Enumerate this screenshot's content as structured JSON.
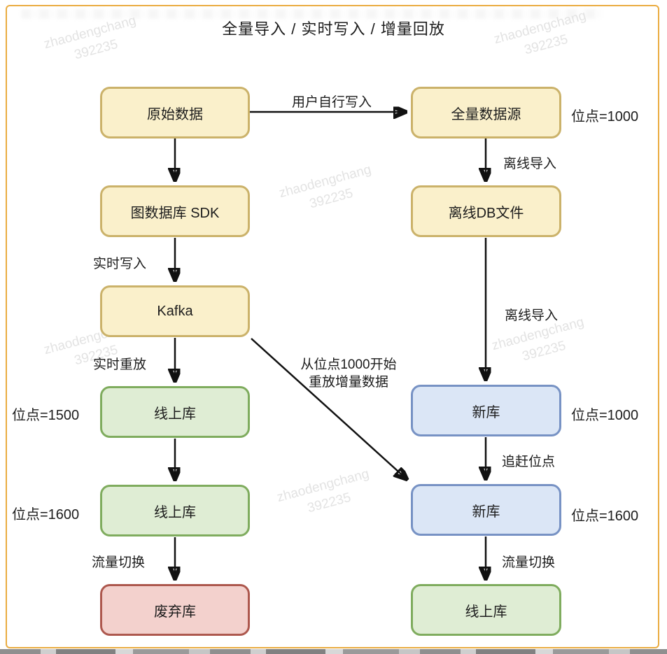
{
  "title": "全量导入 / 实时写入 / 增量回放",
  "watermark": {
    "line1": "zhaodengchang",
    "line2": "392235"
  },
  "colors": {
    "frame_border": "#EAAC41",
    "yellow_fill": "#FAF0CB",
    "yellow_border": "#CBB26A",
    "green_fill": "#DFEDD4",
    "green_border": "#7FAC5E",
    "blue_fill": "#DBE6F6",
    "blue_border": "#7792C4",
    "red_fill": "#F3D1CD",
    "red_border": "#AD584E"
  },
  "nodes": {
    "raw_data": {
      "label": "原始数据"
    },
    "graph_sdk": {
      "label": "图数据库 SDK"
    },
    "kafka": {
      "label": "Kafka"
    },
    "online_db_1500": {
      "label": "线上库"
    },
    "online_db_1600": {
      "label": "线上库"
    },
    "discard_db": {
      "label": "废弃库"
    },
    "full_source": {
      "label": "全量数据源"
    },
    "offline_db_file": {
      "label": "离线DB文件"
    },
    "new_db_1000": {
      "label": "新库"
    },
    "new_db_1600": {
      "label": "新库"
    },
    "online_db_final": {
      "label": "线上库"
    }
  },
  "edge_labels": {
    "user_write": "用户自行写入",
    "realtime_write": "实时写入",
    "realtime_replay": "实时重放",
    "offline_import_1": "离线导入",
    "offline_import_2": "离线导入",
    "replay_line1": "从位点1000开始",
    "replay_line2": "重放增量数据",
    "catch_up": "追赶位点",
    "traffic_switch_left": "流量切换",
    "traffic_switch_right": "流量切换"
  },
  "side_labels": {
    "full_source_pos": "位点=1000",
    "online_1500_pos": "位点=1500",
    "new_1000_pos": "位点=1000",
    "online_1600_pos": "位点=1600",
    "new_1600_pos": "位点=1600"
  }
}
